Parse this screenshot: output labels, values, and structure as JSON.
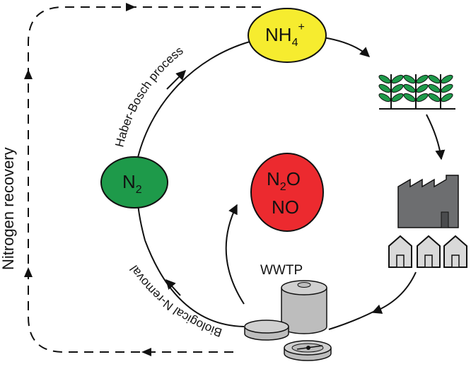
{
  "labels": {
    "side": "Nitrogen recovery",
    "haber_bosch": "Haber-Bosch process",
    "biological_removal": "Biological N-removal",
    "wwtp": "WWTP"
  },
  "nodes": {
    "ammonium": {
      "main": "NH",
      "sub": "4",
      "sup": "+",
      "color": "#f6ec2f"
    },
    "nitrogen": {
      "main": "N",
      "sub": "2",
      "color": "#1e9a4a"
    },
    "n2o": {
      "main": "N",
      "sub": "2",
      "tail": "O",
      "color": "#ec2a2f"
    },
    "no": {
      "text": "NO"
    }
  },
  "colors": {
    "factory": "#6d6e70",
    "house": "#d9d9d9",
    "plant": "#1e9a4a",
    "tank": "#bdbdbd"
  },
  "icons": [
    "crop-icon",
    "factory-icon",
    "house-icon",
    "wastewater-tank-icon"
  ]
}
